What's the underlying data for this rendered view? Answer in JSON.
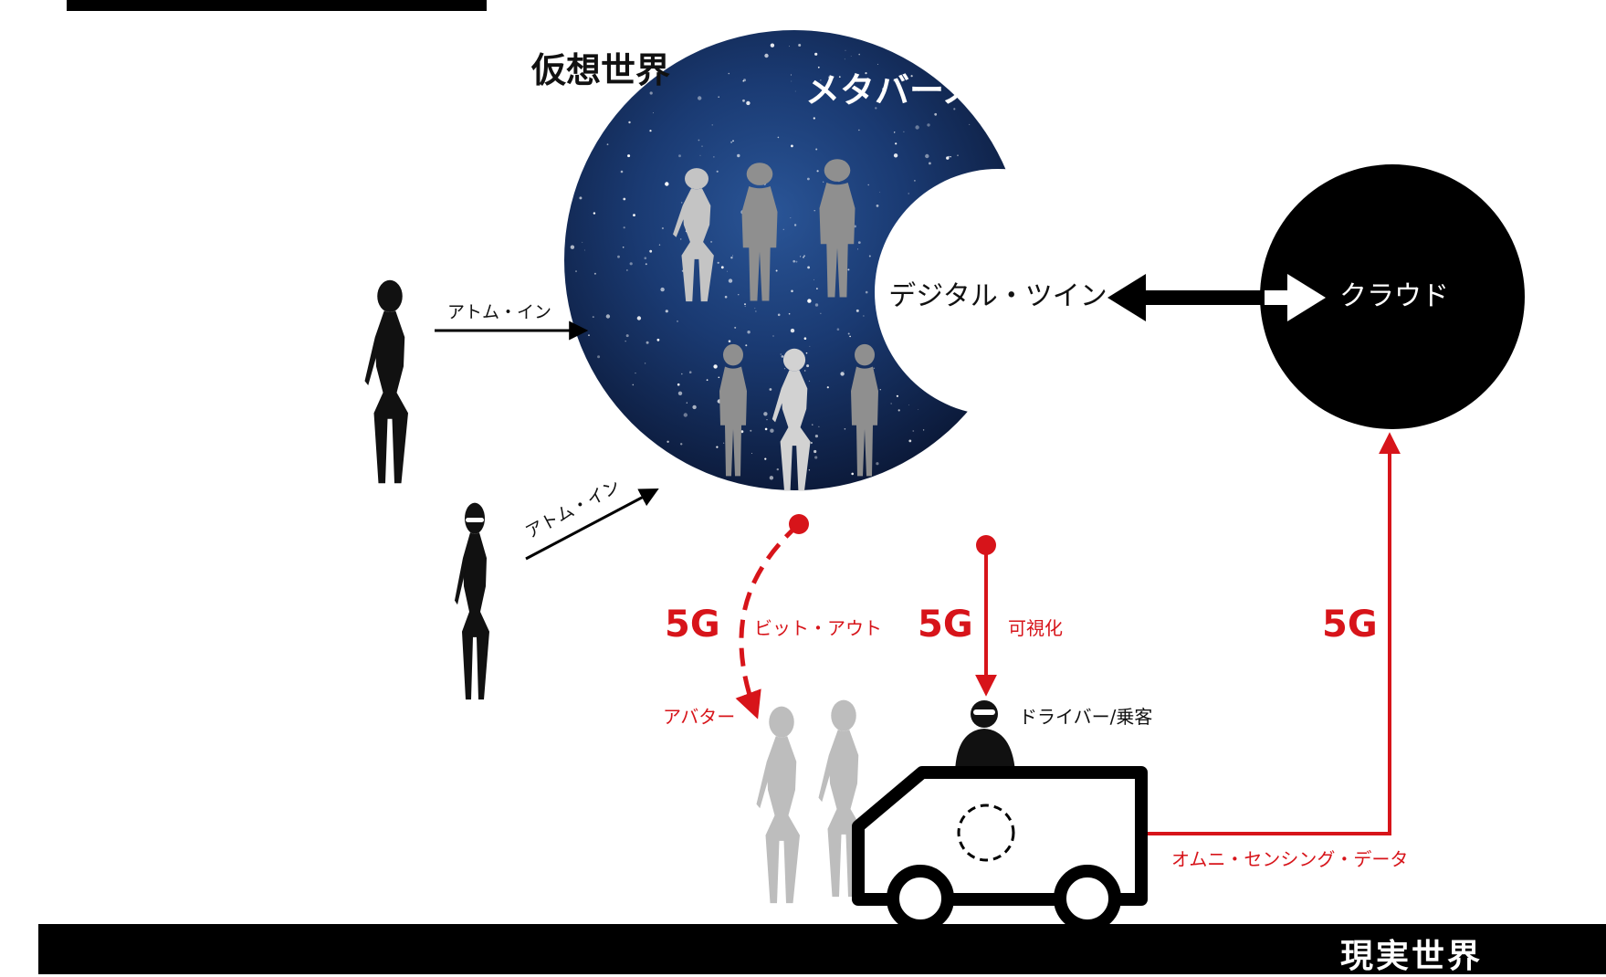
{
  "labels": {
    "virtual_world": "仮想世界",
    "metaverse": "メタバース",
    "digital_twin": "デジタル・ツイン",
    "cloud": "クラウド",
    "atom_in_1": "アトム・イン",
    "atom_in_2": "アトム・イン",
    "fiveg_bit_out": "5G",
    "bit_out": "ビット・アウト",
    "avatar": "アバター",
    "fiveg_visualize": "5G",
    "visualize": "可視化",
    "driver_passenger": "ドライバー/乗客",
    "fiveg_cloud": "5G",
    "omni_sensing": "オムニ・センシング・データ",
    "real_world": "現実世界"
  },
  "colors": {
    "accent_red": "#d7141a",
    "space_dark": "#0b1a3c",
    "space_mid": "#1d3f7a",
    "silhouette_black": "#111111",
    "silhouette_light_gray": "#bdbdbd",
    "silhouette_dark_gray": "#8a8a8a"
  },
  "icons": {
    "person": "person-silhouette-icon",
    "vehicle": "van-icon",
    "cloud": "cloud-circle-icon"
  }
}
